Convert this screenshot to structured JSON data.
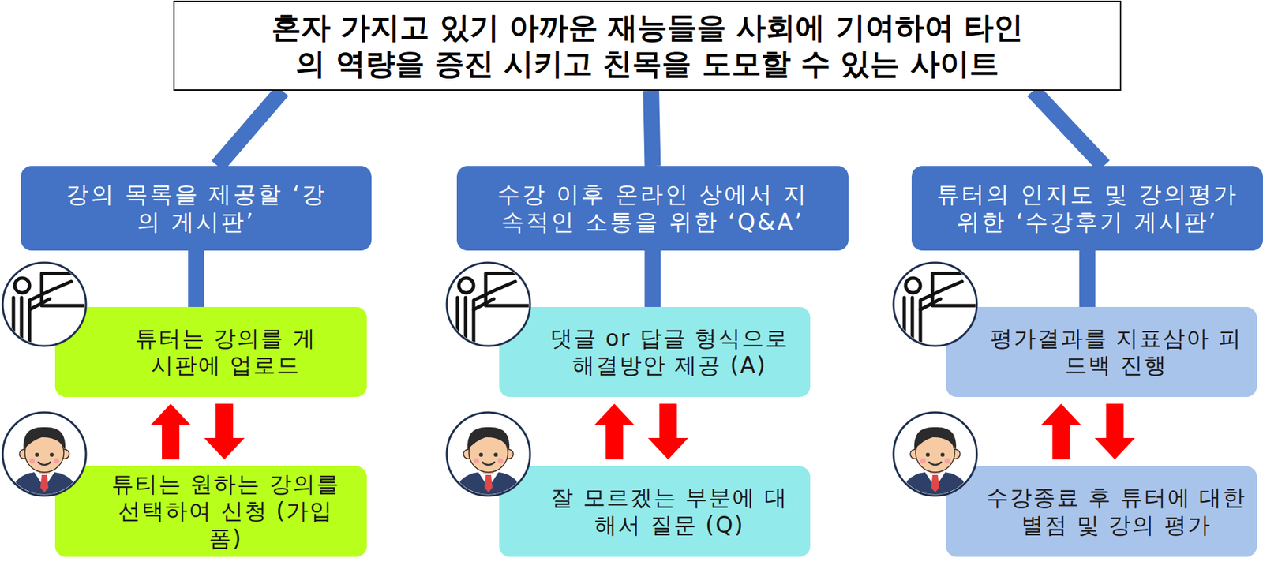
{
  "diagram": {
    "nodes": [
      {
        "text": [
          "혼자 가지고 있기 아까운 재능들을 사회에 기여하여 타인의 역량을 증진 시키고 친목을 도모할 수 있는 사이트"
        ]
      },
      {
        "text": [
          "강의 목록을 제공할 ‘강의 게시판’"
        ]
      },
      {
        "text": [
          "수강 이후 온라인 상에서 지속적인 소통을 위한 ‘Q&A’"
        ]
      },
      {
        "text": [
          "튜터의 인지도 및 강의평가 위한 ‘수강후기 게시판’"
        ]
      },
      {
        "text": [
          "튜터는 강의를 게시판에 업로드"
        ]
      },
      {
        "text": [
          "댓글 or 답글 형식으로 해결방안 제공 (A)"
        ]
      },
      {
        "text": [
          "평가결과를 지표삼아 피드백 진행"
        ]
      },
      {
        "text": [
          "튜티는 원하는 강의를 선택하여 신청 (가입 폼)"
        ]
      },
      {
        "text": [
          "잘 모르겠는 부분에 대해서 질문 (Q)"
        ]
      },
      {
        "text": [
          "수강종료 후 튜터에 대한 별점 및 강의 평가"
        ]
      }
    ],
    "edges": [
      {
        "from": 0,
        "to": 1,
        "arrow": "none"
      },
      {
        "from": 0,
        "to": 2,
        "arrow": "none"
      },
      {
        "from": 0,
        "to": 3,
        "arrow": "none"
      },
      {
        "from": 1,
        "to": 4,
        "arrow": "none"
      },
      {
        "from": 2,
        "to": 5,
        "arrow": "none"
      },
      {
        "from": 3,
        "to": 6,
        "arrow": "none"
      },
      {
        "from": 7,
        "to": 4,
        "arrow": "to"
      },
      {
        "from": 4,
        "to": 7,
        "arrow": "to"
      },
      {
        "from": 8,
        "to": 5,
        "arrow": "to"
      },
      {
        "from": 5,
        "to": 8,
        "arrow": "to"
      },
      {
        "from": 9,
        "to": 6,
        "arrow": "to"
      },
      {
        "from": 6,
        "to": 9,
        "arrow": "to"
      }
    ]
  }
}
